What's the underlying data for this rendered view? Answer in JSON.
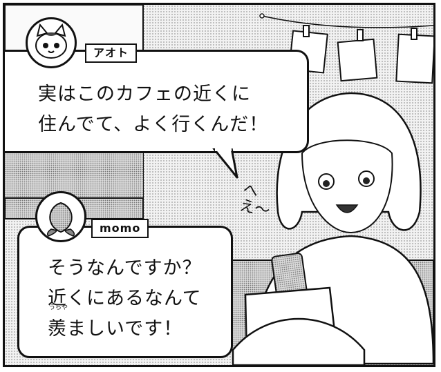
{
  "aoto": {
    "name": "アオト",
    "lines": [
      "実はこのカフェの近くに",
      "住んでて、よく行くんだ！"
    ],
    "avatar_icon": "cat-face-icon"
  },
  "momo": {
    "name": "momo",
    "lines": [
      "そうなんですか？",
      "近くにあるなんて"
    ],
    "ruby_reading": "うらや",
    "last_line": "羨ましいです！",
    "avatar_icon": "peach-icon"
  },
  "sfx": "へえ〜"
}
